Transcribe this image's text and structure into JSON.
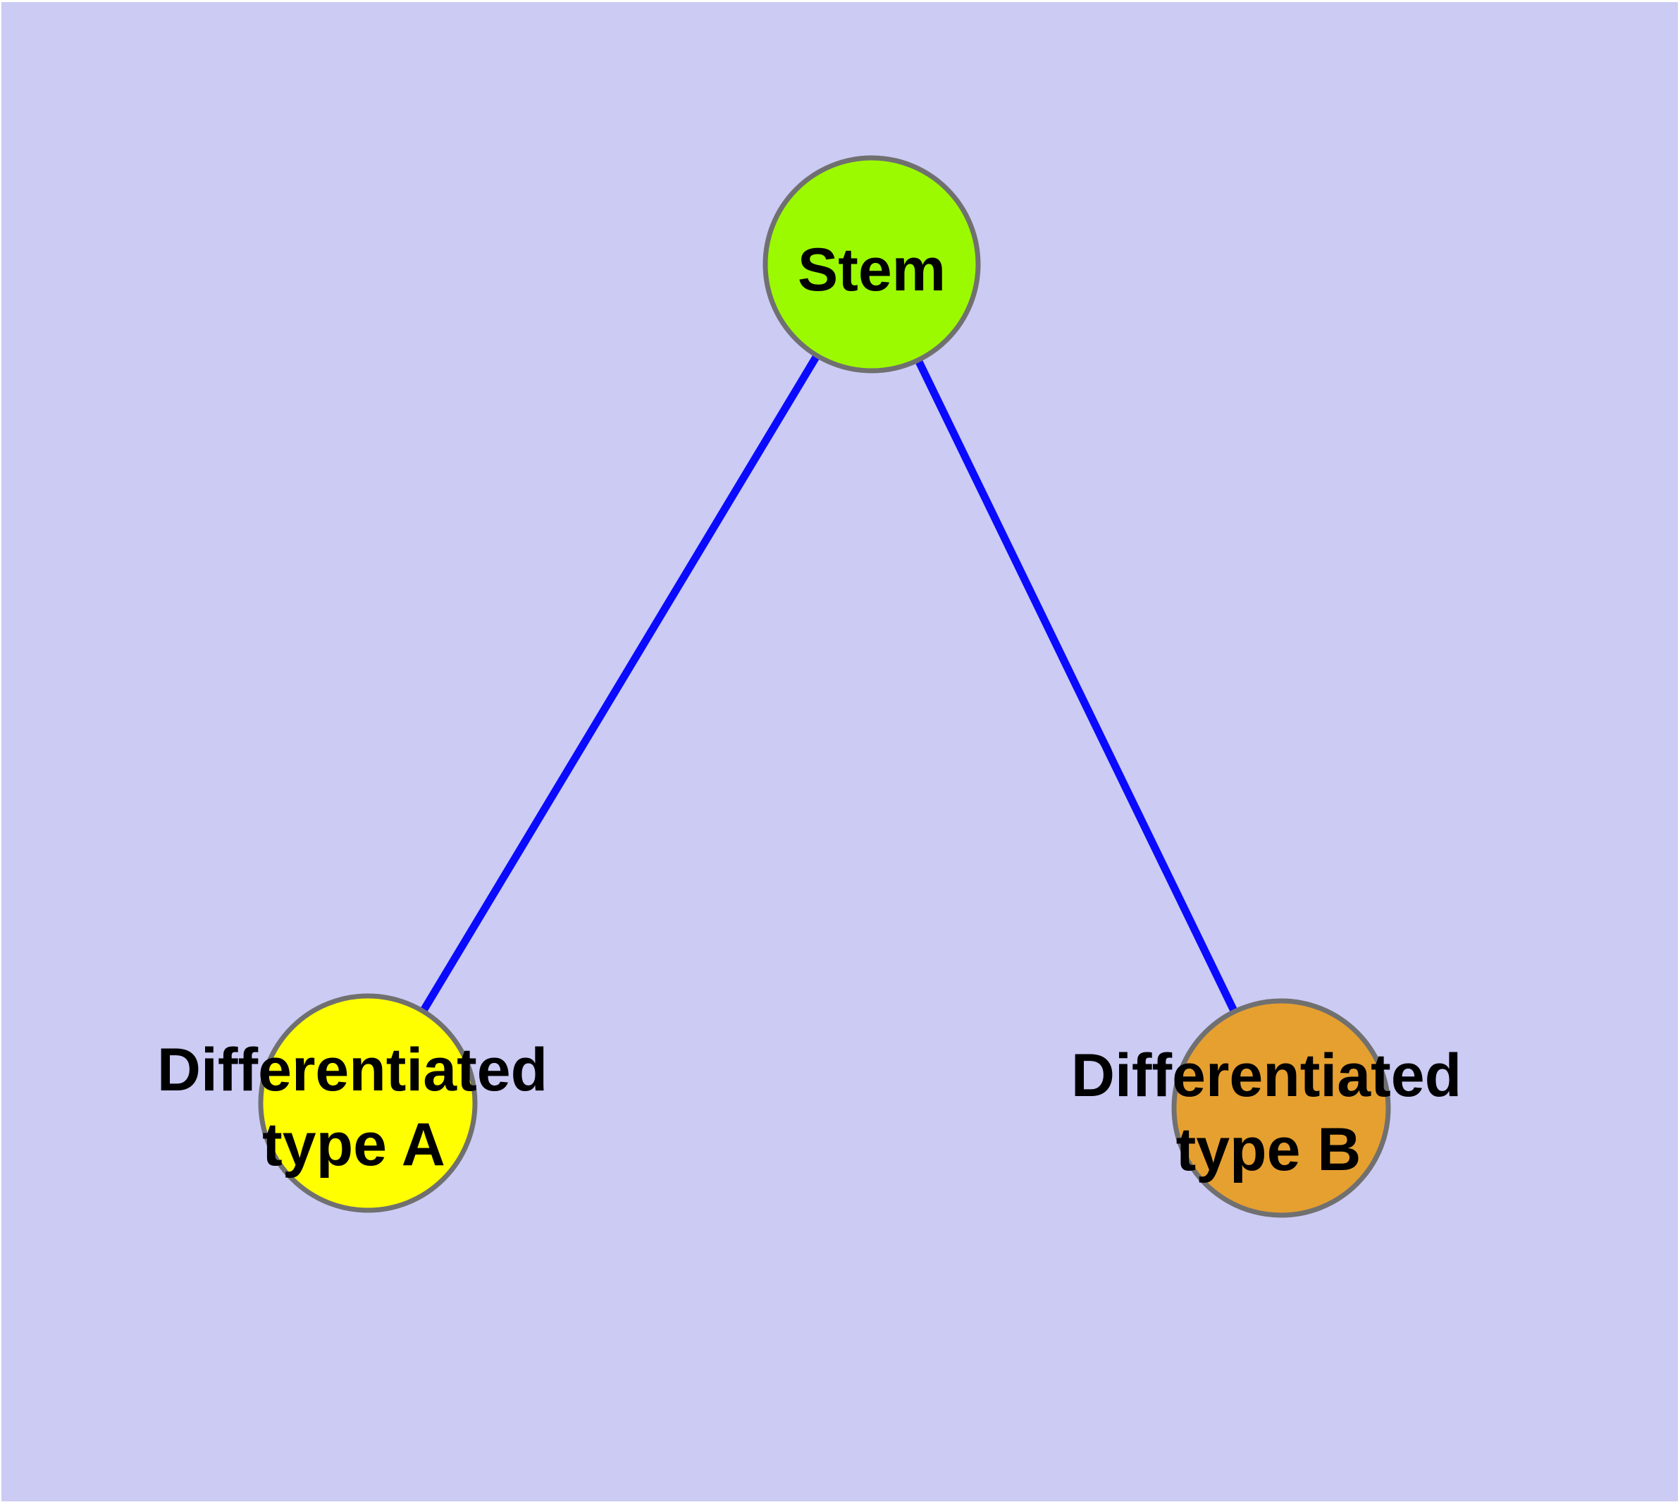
{
  "diagram": {
    "description": "Cell differentiation network diagram",
    "colors": {
      "page_background": "#ffffff",
      "panel_background": "#cbcbf4",
      "node_border": "#707070",
      "edge": "#0a0aff",
      "label_text": "#000000"
    },
    "nodes": {
      "stem": {
        "label": "Stem",
        "fill": "#9bfa00"
      },
      "type_a": {
        "label_line1": "Differentiated",
        "label_line2": "type A",
        "fill": "#ffff00"
      },
      "type_b": {
        "label_line1": "Differentiated",
        "label_line2": "type B",
        "fill": "#e6a030"
      }
    },
    "edges": {
      "list": [
        {
          "source": "Stem",
          "target": "Differentiated type A"
        },
        {
          "source": "Stem",
          "target": "Differentiated type B"
        }
      ]
    }
  }
}
